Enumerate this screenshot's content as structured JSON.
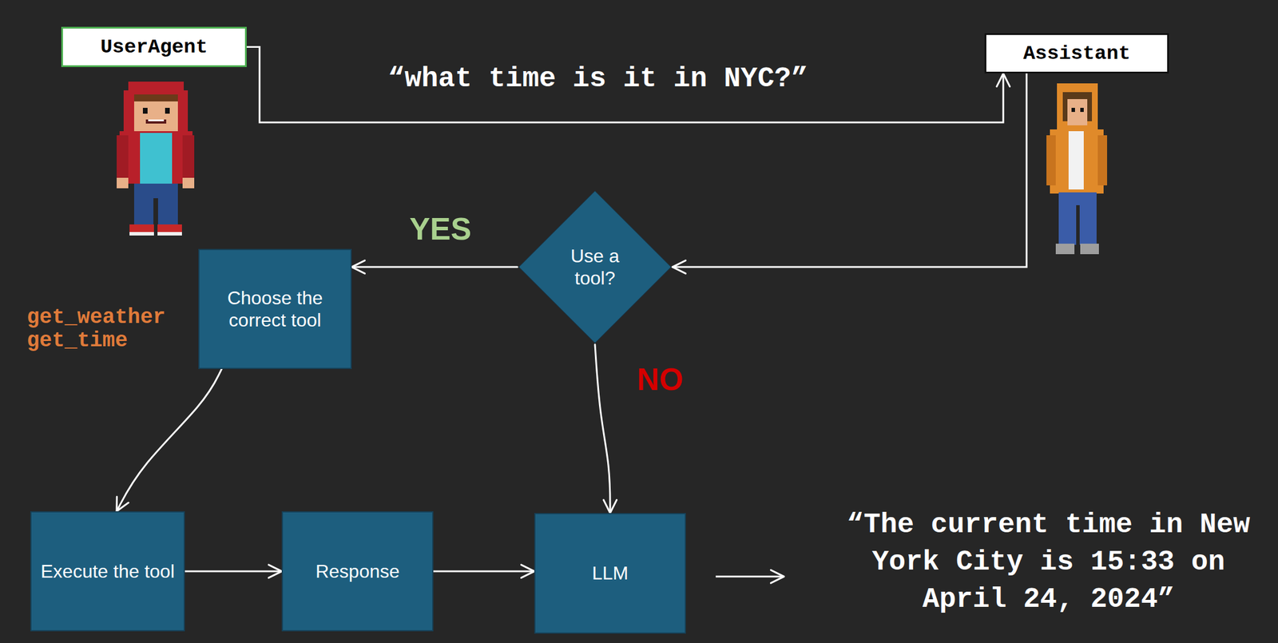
{
  "diagram": {
    "nodes": [
      {
        "text": [
          "UserAgent"
        ]
      },
      {
        "text": [
          "Assistant"
        ]
      },
      {
        "text": [
          "Use a tool?"
        ]
      },
      {
        "text": [
          "Choose the correct tool"
        ]
      },
      {
        "text": [
          "Execute the tool"
        ]
      },
      {
        "text": [
          "Response"
        ]
      },
      {
        "text": [
          "LLM"
        ]
      }
    ],
    "edges": [
      {
        "from": 0,
        "to": 1,
        "label": "“what time is it in NYC?”",
        "arrow": "to"
      },
      {
        "from": 1,
        "to": 2,
        "arrow": "to"
      },
      {
        "from": 2,
        "to": 3,
        "label": "YES",
        "arrow": "to"
      },
      {
        "from": 2,
        "to": 6,
        "label": "NO",
        "arrow": "to"
      },
      {
        "from": 3,
        "to": 4,
        "arrow": "to"
      },
      {
        "from": 4,
        "to": 5,
        "arrow": "to"
      },
      {
        "from": 5,
        "to": 6,
        "arrow": "to"
      }
    ],
    "labels": [
      "get_weather",
      "get_time",
      "“The current time in New York City is 15:33 on April 24, 2024”"
    ]
  }
}
